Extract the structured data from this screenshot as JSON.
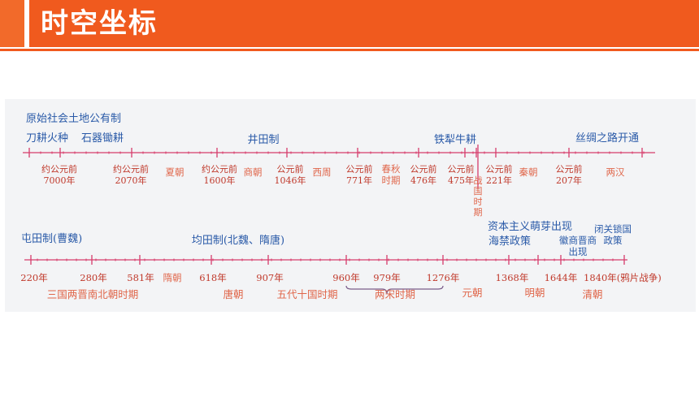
{
  "header": {
    "title": "时空坐标"
  },
  "colors": {
    "header": "#f05a1e",
    "line": "#d63c6b",
    "top_label": "#2a5aa8",
    "date": "#c0392b",
    "period": "#e0664a",
    "bracket": "#7a5c8a"
  },
  "timeline_top": {
    "labels": [
      "原始社会土地公有制",
      "刀耕火种",
      "石器锄耕",
      "井田制",
      "铁犁牛耕",
      "丝绸之路开通"
    ],
    "dates": [
      [
        "约公元前",
        "7000年"
      ],
      [
        "约公元前",
        "2070年"
      ],
      [
        "约公元前",
        "1600年"
      ],
      [
        "公元前",
        "1046年"
      ],
      [
        "公元前",
        "771年"
      ],
      [
        "公元前",
        "476年"
      ],
      [
        "公元前",
        "475年"
      ],
      [
        "公元前",
        "221年"
      ],
      [
        "公元前",
        "207年"
      ]
    ],
    "periods": [
      "夏朝",
      "商朝",
      "西周",
      "春秋时期",
      "战国时期",
      "秦朝",
      "两汉"
    ]
  },
  "timeline_bottom": {
    "labels": [
      "屯田制(曹魏)",
      "均田制(北魏、隋唐)",
      "资本主义萌芽出现",
      "海禁政策",
      "徽商晋商出现",
      "闭关锁国政策"
    ],
    "dates": [
      "220年",
      "280年",
      "581年",
      "618年",
      "907年",
      "960年",
      "979年",
      "1276年",
      "1368年",
      "1644年",
      "1840年(鸦片战争)"
    ],
    "periods": [
      "隋朝",
      "三国两晋南北朝时期",
      "唐朝",
      "五代十国时期",
      "两宋时期",
      "元朝",
      "明朝",
      "清朝"
    ]
  }
}
